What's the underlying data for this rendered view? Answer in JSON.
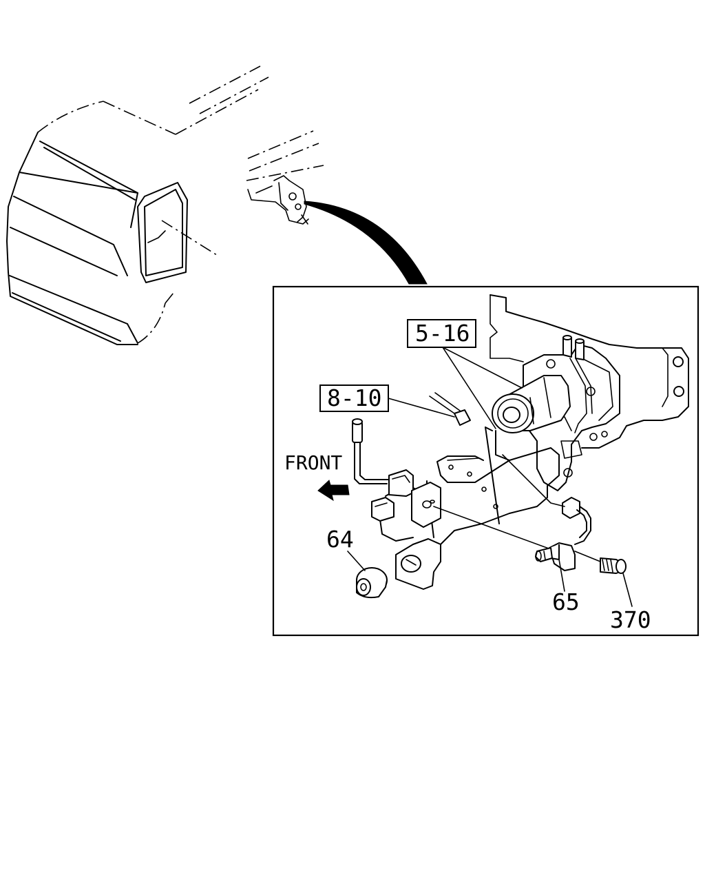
{
  "diagram": {
    "front_label": "FRONT",
    "callouts": [
      {
        "id": "5-16",
        "text": "5-16",
        "boxed": true
      },
      {
        "id": "8-10",
        "text": "8-10",
        "boxed": true
      },
      {
        "id": "64",
        "text": "64",
        "boxed": false
      },
      {
        "id": "65",
        "text": "65",
        "boxed": false
      },
      {
        "id": "370",
        "text": "370",
        "boxed": false
      }
    ]
  }
}
